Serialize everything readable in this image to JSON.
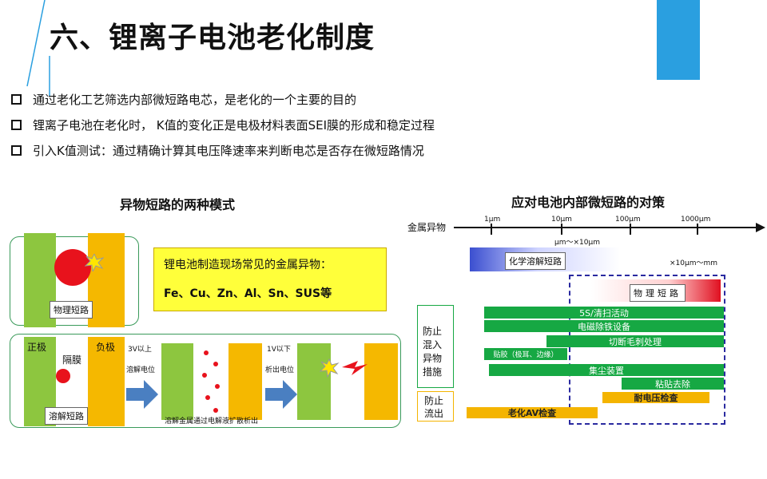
{
  "title": "六、锂离子电池老化制度",
  "bullets": [
    "通过老化工艺筛选内部微短路电芯，是老化的一个主要的目的",
    "锂离子电池在老化时， K值的变化正是电极材料表面SEI膜的形成和稳定过程",
    "引入K值测试：通过精确计算其电压降速率来判断电芯是否存在微短路情况"
  ],
  "left_diagram": {
    "title": "异物短路的两种模式",
    "physical_short": "物理短路",
    "metal_box_title": "锂电池制造现场常见的金属异物：",
    "metal_box_list": "Fe、Cu、Zn、Al、Sn、SUS等",
    "positive": "正极",
    "negative": "负极",
    "separator": "隔膜",
    "dissolve_short": "溶解短路",
    "above_3v": "3V以上",
    "dissolve_potential": "溶解电位",
    "below_1v": "1V以下",
    "precipitate_potential": "析出电位",
    "bottom_note": "溶解金属通过电解液扩散析出"
  },
  "right_diagram": {
    "title": "应对电池内部微短路的对策",
    "axis_label": "金属异物",
    "ticks": [
      "1μm",
      "10μm",
      "100μm",
      "1000μm"
    ],
    "range_note_1": "μm～×10μm",
    "range_note_2": "×10μm～mm",
    "chem_label": "化学溶解短路",
    "phys_label": "物理短路",
    "prevent_mix": "防止混入异物措施",
    "prevent_outflow": "防止流出",
    "measures": [
      "5S/清扫活动",
      "电磁除铁设备",
      "切断毛刺处理",
      "贴胶（极耳、边缘）",
      "集尘装置",
      "粘贴去除"
    ],
    "checks": [
      "耐电压检查",
      "老化AV检查"
    ]
  }
}
